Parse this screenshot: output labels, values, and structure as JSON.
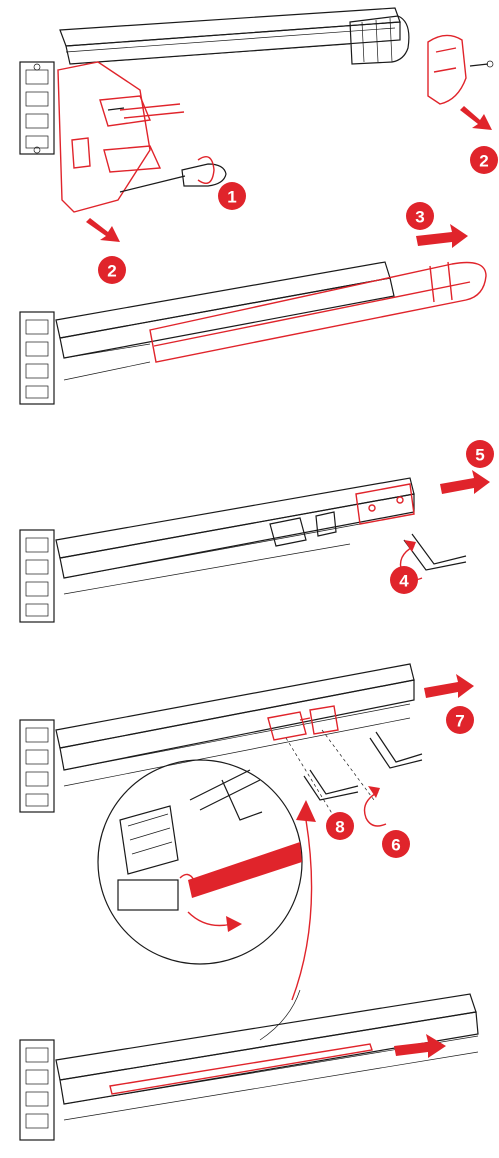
{
  "colors": {
    "accent": "#e0242b",
    "line": "#1a1a1a",
    "background": "#ffffff"
  },
  "steps": {
    "s1": "1",
    "s2a": "2",
    "s2b": "2",
    "s3": "3",
    "s4": "4",
    "s5": "5",
    "s6": "6",
    "s7": "7",
    "s8": "8"
  }
}
